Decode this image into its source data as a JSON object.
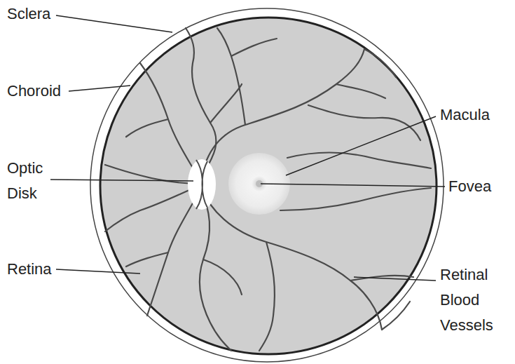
{
  "diagram": {
    "labels": [
      "Sclera",
      "Choroid",
      "Optic Disk",
      "Retina",
      "Macula",
      "Fovea",
      "Retinal Blood Vessels"
    ]
  }
}
